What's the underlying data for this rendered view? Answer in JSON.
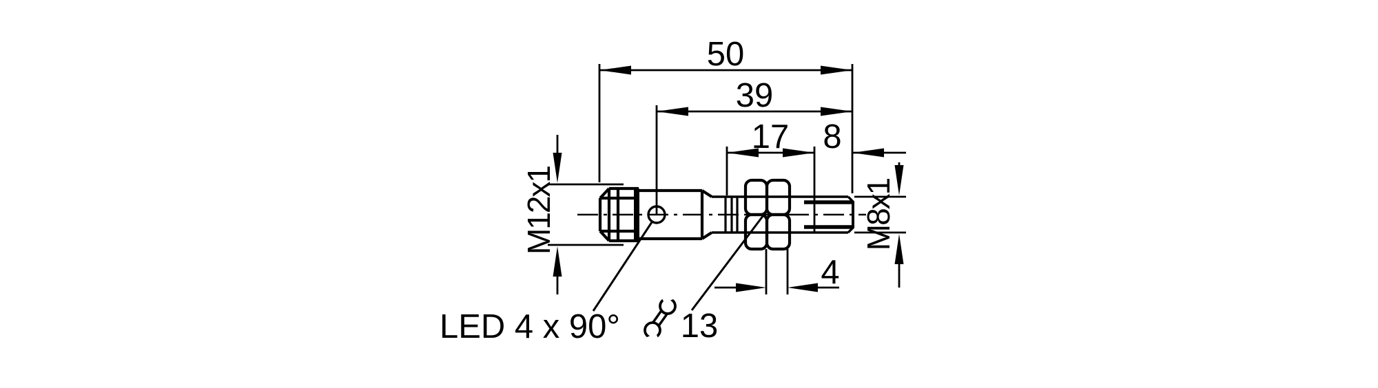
{
  "drawing": {
    "kind": "sensor-dimension-drawing",
    "colors": {
      "line": "#000000",
      "background": "#ffffff"
    },
    "labels": {
      "overall_length": "50",
      "length_to_led": "39",
      "thread_length": "17",
      "tip_length": "8",
      "nut_width": "4",
      "connector_thread": "M12x1",
      "barrel_thread": "M8x1",
      "led_note": "LED 4 x 90°",
      "wrench_size": "13"
    }
  }
}
